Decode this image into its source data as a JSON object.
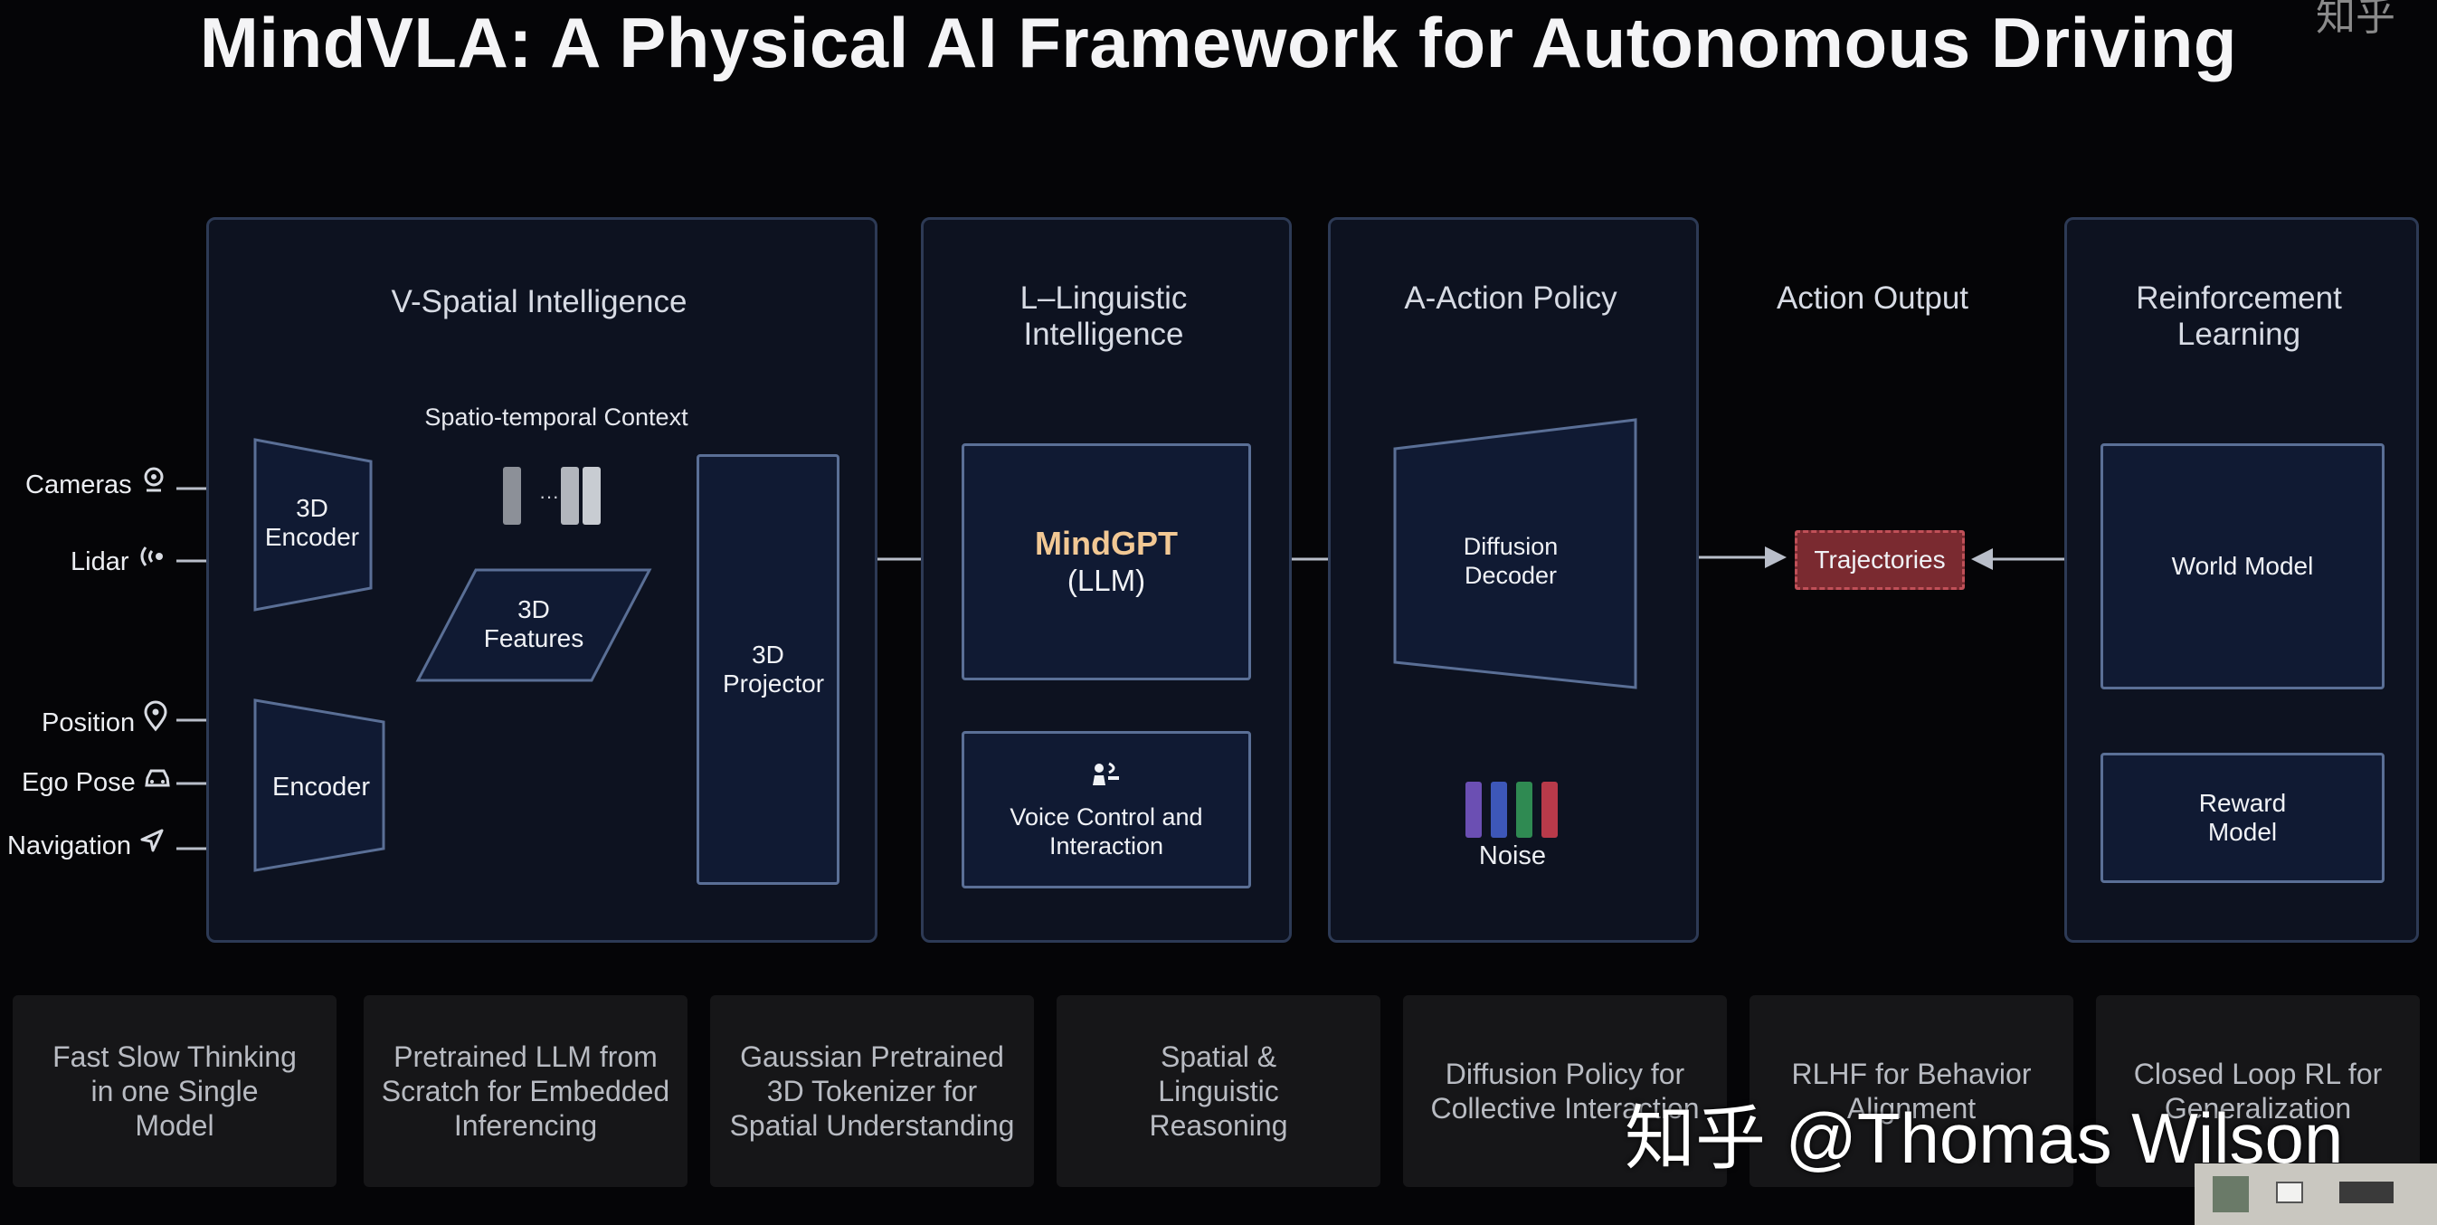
{
  "title": "MindVLA: A Physical AI Framework for Autonomous Driving",
  "corner_fragment": "知乎",
  "sections": {
    "v": "V-Spatial Intelligence",
    "l": "L–Linguistic Intelligence",
    "a": "A-Action Policy",
    "output": "Action Output",
    "rl": "Reinforcement Learning"
  },
  "inputs": [
    "Cameras",
    "Lidar",
    "Position",
    "Ego Pose",
    "Navigation"
  ],
  "blocks": {
    "encoder3d": "3D Encoder",
    "spatio_context": "Spatio-temporal Context",
    "features3d": "3D Features",
    "encoder": "Encoder",
    "projector": "3D Projector",
    "mindgpt": "MindGPT",
    "llm": "(LLM)",
    "voice": "Voice Control and Interaction",
    "diffusion": "Diffusion Decoder",
    "noise": "Noise",
    "trajectories": "Trajectories",
    "world_model": "World Model",
    "reward_model": "Reward Model"
  },
  "features": [
    "Fast Slow Thinking in one Single Model",
    "Pretrained LLM from Scratch for Embedded Inferencing",
    "Gaussian Pretrained 3D Tokenizer for Spatial Understanding",
    "Spatial & Linguistic Reasoning",
    "Diffusion Policy for Collective Interaction",
    "RLHF for Behavior Alignment",
    "Closed Loop RL for Generalization"
  ],
  "watermark": "知乎 @Thomas Wilson",
  "colors": {
    "accent_mindgpt": "#f2c894",
    "trajectories_fill": "#7a2a30",
    "noise_bars": [
      "#6b4fb3",
      "#3d57b8",
      "#2f8a52",
      "#b83a4a"
    ]
  }
}
